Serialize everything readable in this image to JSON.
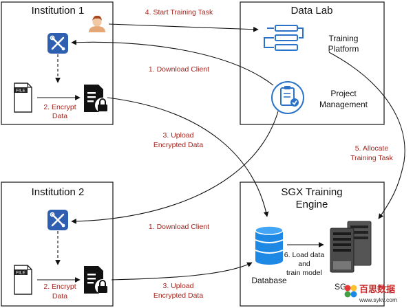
{
  "institution1": {
    "title": "Institution 1",
    "file_icon_text": "FILE",
    "encrypt_step": [
      "2. Encrypt",
      "Data"
    ]
  },
  "institution2": {
    "title": "Institution 2",
    "file_icon_text": "FILE",
    "encrypt_step": [
      "2. Encrypt",
      "Data"
    ]
  },
  "data_lab": {
    "title": "Data Lab",
    "training_platform": [
      "Training",
      "Platform"
    ],
    "project_management": [
      "Project",
      "Management"
    ]
  },
  "sgx": {
    "title": [
      "SGX Training",
      "Engine"
    ],
    "database_label": "Database",
    "servers_label": "SG"
  },
  "arrows": {
    "start_training": "4. Start Training Task",
    "download_client_1": "1. Download Client",
    "download_client_2": "1. Download Client",
    "upload_1": [
      "3. Upload",
      "Encrypted Data"
    ],
    "upload_2": [
      "3. Upload",
      "Encrypted Data"
    ],
    "allocate": [
      "5. Allocate",
      "Training Task"
    ],
    "load_train": [
      "6. Load data",
      "and",
      "train model"
    ]
  },
  "watermark": {
    "text": "百思数据",
    "url": "www.sykv.com"
  },
  "colors": {
    "step_red": "#a5231c",
    "tool_blue": "#2f5fb0",
    "db_blue": "#1e88e5",
    "platform_blue": "#2a73c9"
  }
}
